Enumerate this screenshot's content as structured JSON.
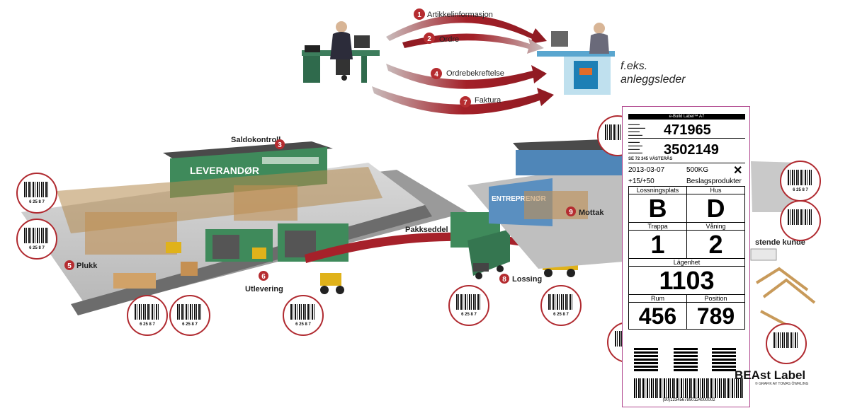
{
  "flow_steps": [
    {
      "num": "1",
      "label": "Artikkelinformasjon"
    },
    {
      "num": "2",
      "label": "Ordre"
    },
    {
      "num": "4",
      "label": "Ordrebekreftelse"
    },
    {
      "num": "7",
      "label": "Faktura"
    }
  ],
  "recipient_note": {
    "line1": "f.eks.",
    "line2": "anleggsleder"
  },
  "warehouse_steps": [
    {
      "num": "3",
      "label": "Saldokontroll"
    },
    {
      "num": "5",
      "label": "Plukk"
    },
    {
      "num": "6",
      "label": "Utlevering"
    },
    {
      "num": "8",
      "label": "Lossing"
    },
    {
      "num": "9",
      "label": "Mottak"
    }
  ],
  "flow_labels": {
    "pakkseddel": "Pakkseddel",
    "kunde": "stende kunde"
  },
  "buildings": {
    "supplier": "LEVERANDØR",
    "contractor": "ENTREPRENØR"
  },
  "barcode_number": "6 25 8 7",
  "label": {
    "header": "e-Build Label™ A7",
    "order_no": "471965",
    "article_no": "3502149",
    "address_line": "SE 72 345 VÄSTERÅS",
    "date": "2013-03-07",
    "weight": "500KG",
    "temp": "+15/+50",
    "product": "Beslagsprodukter",
    "fields": [
      {
        "name": "Lossningsplats",
        "value": "B"
      },
      {
        "name": "Hus",
        "value": "D"
      },
      {
        "name": "Trappa",
        "value": "1"
      },
      {
        "name": "Våning",
        "value": "2"
      },
      {
        "name": "Lägenhet",
        "value": "1103"
      },
      {
        "name": "Rum",
        "value": "456"
      },
      {
        "name": "Position",
        "value": "789"
      }
    ],
    "barcode_text": "(90)1234567890124000002",
    "brand": "BEAst Label",
    "credit": "© GRAFIK AV TOMAS ÖWRLING"
  }
}
